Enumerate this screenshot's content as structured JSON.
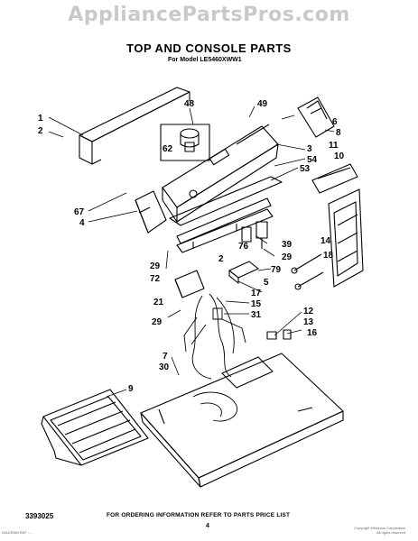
{
  "watermark": "AppliancePartsPros.com",
  "title": "TOP AND CONSOLE PARTS",
  "model": "For Model LE5460XWW1",
  "callouts": [
    "1",
    "2",
    "48",
    "49",
    "6",
    "8",
    "3",
    "54",
    "53",
    "11",
    "10",
    "62",
    "67",
    "4",
    "76",
    "39",
    "29",
    "14",
    "18",
    "29",
    "72",
    "2",
    "79",
    "5",
    "21",
    "17",
    "15",
    "31",
    "29",
    "12",
    "13",
    "16",
    "7",
    "30",
    "9"
  ],
  "footer": {
    "doc_id": "3393025",
    "note": "FOR ORDERING INFORMATION REFER TO PARTS PRICE LIST",
    "page": "4",
    "fine_print": "DIAGRAM REF ......",
    "copyright_line1": "Copyright Whirlpool Corporation",
    "copyright_line2": "All rights reserved"
  }
}
